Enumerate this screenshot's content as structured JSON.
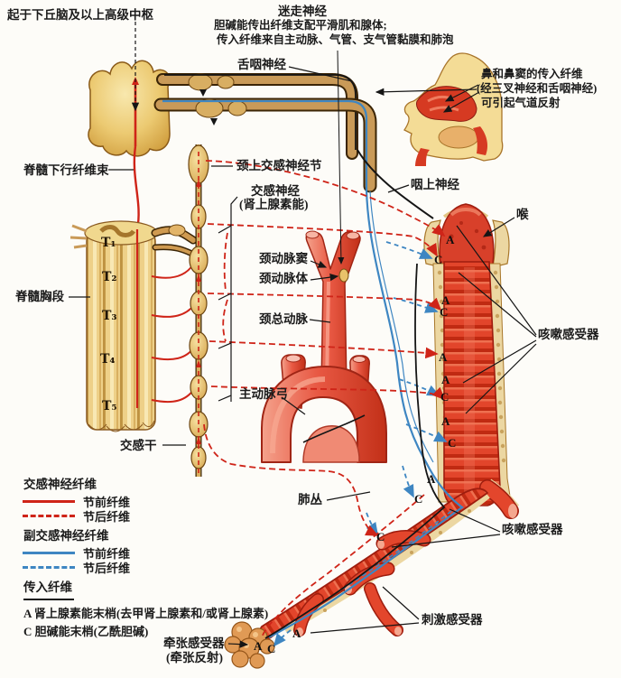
{
  "figure": {
    "background": "#fdfcf8",
    "colors": {
      "sympathetic_red": "#cf2418",
      "parasympathetic_blue": "#3e86c2",
      "afferent_black": "#151515",
      "artery_red": "#e85843",
      "airway_red": "#e2452b",
      "ganglion_yellow": "#e9c26a",
      "nerve_tan": "#c0954e",
      "cartilage_tan": "#ecd7a2"
    }
  },
  "annotations": {
    "origin": "起于下丘脑及以上高级中枢",
    "vagus_title": "迷走神经",
    "vagus_desc1": "胆碱能传出纤维支配平滑肌和腺体;",
    "vagus_desc2": "传入纤维来自主动脉、气管、支气管黏膜和肺泡",
    "glossopharyngeal": "舌咽神经",
    "nose_line1": "鼻和鼻窦的传入纤维",
    "nose_line2": "(经三叉神经和舌咽神经)",
    "nose_line3": "可引起气道反射",
    "descending_tract": "脊髓下行纤维束",
    "superior_cervical_ganglion": "颈上交感神经节",
    "sympathetic_nerve_line1": "交感神经",
    "sympathetic_nerve_line2": "(肾上腺素能)",
    "superior_pharyngeal": "咽上神经",
    "larynx": "喉",
    "carotid_sinus": "颈动脉窦",
    "carotid_body": "颈动脉体",
    "common_carotid": "颈总动脉",
    "thoracic_cord": "脊髓胸段",
    "cough_receptor_upper": "咳嗽感受器",
    "aortic_arch": "主动脉弓",
    "sympathetic_trunk": "交感干",
    "pulmonary_plexus": "肺丛",
    "cough_receptor_lower": "咳嗽感受器",
    "irritant_receptor": "刺激感受器",
    "stretch_receptor_line1": "牵张感受器",
    "stretch_receptor_line2": "(牵张反射)"
  },
  "spinal_segments": [
    "T₁",
    "T₂",
    "T₃",
    "T₄",
    "T₅"
  ],
  "fiber_markers": [
    "A",
    "C",
    "A",
    "C",
    "A",
    "A",
    "C",
    "A",
    "C",
    "A",
    "C",
    "C",
    "A",
    "A",
    "C"
  ],
  "legend": {
    "sympathetic_heading": "交感神经纤维",
    "sympathetic_pre": "节前纤维",
    "sympathetic_post": "节后纤维",
    "parasympathetic_heading": "副交感神经纤维",
    "parasympathetic_pre": "节前纤维",
    "parasympathetic_post": "节后纤维",
    "afferent_heading": "传入纤维",
    "terminal_a": "A 肾上腺素能末梢(去甲肾上腺素和/或肾上腺素)",
    "terminal_c": "C 胆碱能末梢(乙酰胆碱)"
  }
}
